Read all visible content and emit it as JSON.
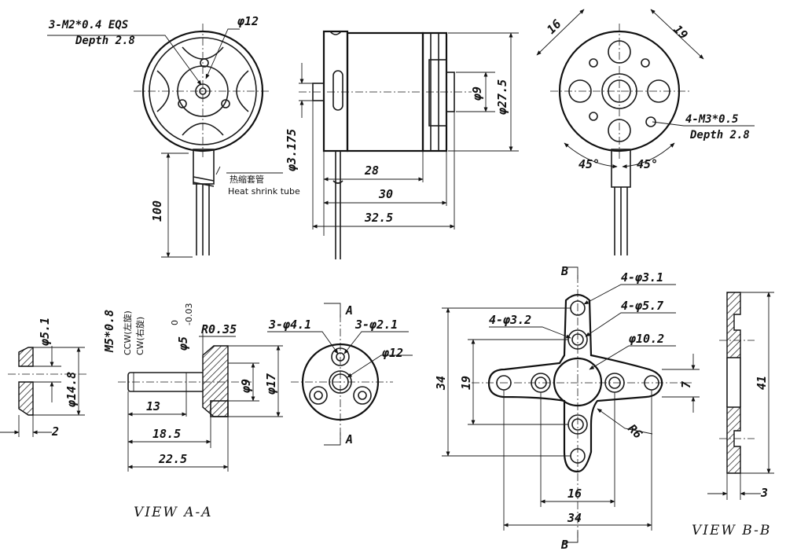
{
  "labels": {
    "thread_rear": "3-M2*0.4 EQS",
    "depth_rear": "Depth 2.8",
    "dia_rear": "φ12",
    "heat_shrink_cn": "热缩套管",
    "heat_shrink_en": "Heat shrink tube",
    "lead_length": "100",
    "len_28": "28",
    "len_30": "30",
    "len_32_5": "32.5",
    "dia_9_side": "φ9",
    "dia_27_5": "φ27.5",
    "dia_3_175": "φ3.175",
    "dim_16_front": "16",
    "dim_19_front": "19",
    "thread_front": "4-M3*0.5",
    "depth_front": "Depth 2.8",
    "angle_left": "45°",
    "angle_right": "45°",
    "dia_5_1": "φ5.1",
    "dia_14_8": "φ14.8",
    "dim_2": "2",
    "thread_shaft": "M5*0.8",
    "ccw": "CCW(左旋)",
    "cw": "CW(右旋)",
    "dia_5_tol": "φ5",
    "tol_upper": "0",
    "tol_lower": "-0.03",
    "radius_r035": "R0.35",
    "dia_9_adapter": "φ9",
    "dia_17": "φ17",
    "len_13": "13",
    "len_18_5": "18.5",
    "len_22_5": "22.5",
    "holes_4_1": "3-φ4.1",
    "holes_2_1": "3-φ2.1",
    "dia_12_adapter": "φ12",
    "section_a_top": "A",
    "section_a_bottom": "A",
    "view_aa": "VIEW A-A",
    "section_b_top": "B",
    "section_b_bottom": "B",
    "holes_3_1": "4-φ3.1",
    "holes_5_7": "4-φ5.7",
    "holes_3_2": "4-φ3.2",
    "dia_10_2": "φ10.2",
    "dim_34_v": "34",
    "dim_19_v": "19",
    "dim_7": "7",
    "radius_r6": "R6",
    "dim_16_h": "16",
    "dim_34_h": "34",
    "dim_41": "41",
    "dim_3": "3",
    "view_bb": "VIEW B-B"
  }
}
